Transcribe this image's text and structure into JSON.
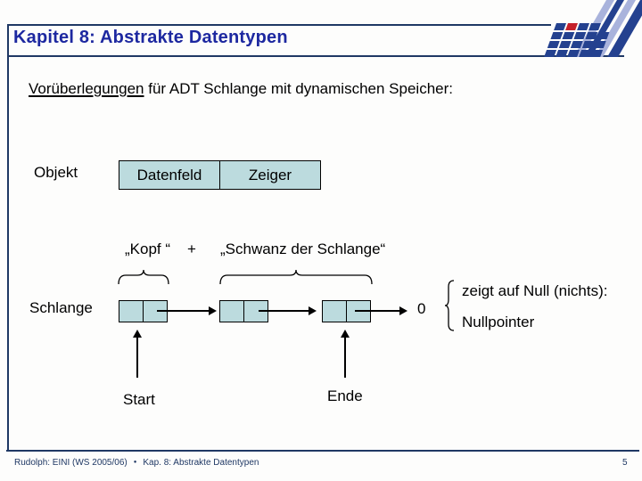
{
  "title": "Kapitel 8: Abstrakte Datentypen",
  "intro": {
    "underlined": "Vorüberlegungen",
    "rest": " für ADT Schlange mit dynamischen Speicher:"
  },
  "object_row": {
    "label": "Objekt",
    "boxes": [
      {
        "label": "Datenfeld"
      },
      {
        "label": "Zeiger"
      }
    ]
  },
  "formula": {
    "kopf": "„Kopf “",
    "plus": "+",
    "schwanz": "„Schwanz der Schlange“"
  },
  "diagram": {
    "schlange": "Schlange",
    "null_value": "0",
    "note_line1": "zeigt auf Null (nichts):",
    "note_line2": "Nullpointer",
    "start": "Start",
    "ende": "Ende"
  },
  "footer": {
    "left": "Rudolph: EINI (WS 2005/06)",
    "bullet": "●",
    "right": "Kap. 8: Abstrakte Datentypen",
    "page": "5"
  },
  "colors": {
    "title_blue": "#1d28a0",
    "rule_navy": "#1f3864",
    "box_fill": "#bcdbde",
    "logo_blue": "#24418f",
    "logo_light": "#a9b3dc",
    "logo_red": "#c5202a"
  }
}
